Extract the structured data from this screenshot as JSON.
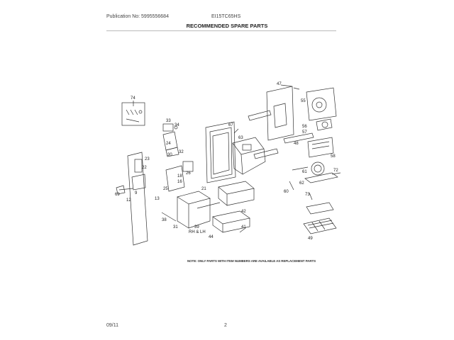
{
  "header": {
    "publication": "Publication No: 5995556684",
    "model": "EI15TC65HS",
    "title": "RECOMMENDED SPARE PARTS"
  },
  "diagram": {
    "part_numbers": [
      "74",
      "23",
      "24",
      "32",
      "30",
      "26",
      "25",
      "22",
      "13",
      "12",
      "69",
      "9",
      "33",
      "34",
      "67",
      "21",
      "63",
      "47",
      "55",
      "56",
      "58",
      "57",
      "48",
      "72",
      "61",
      "62",
      "60",
      "73",
      "42",
      "31",
      "38",
      "39",
      "44",
      "41",
      "49",
      "18",
      "16"
    ],
    "callout_text": "RH & LH",
    "note": "NOTE: ONLY PARTS WITH ITEM NUMBERS ARE AVAILABLE AS REPLACEMENT PARTS"
  },
  "footer": {
    "date": "09/11",
    "page": "2"
  }
}
